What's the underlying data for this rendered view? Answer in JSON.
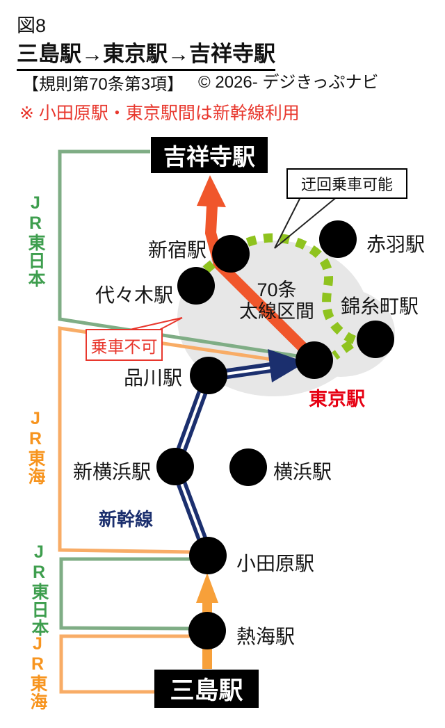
{
  "header": {
    "figure_label": "図8",
    "title": "三島駅→東京駅→吉祥寺駅",
    "rule_reference": "【規則第70条第3項】",
    "copyright": "© 2026- デジきっぷナビ",
    "note": "※ 小田原駅・東京駅間は新幹線利用"
  },
  "diagram": {
    "endpoints": {
      "kichijoji": "吉祥寺駅",
      "mishima": "三島駅"
    },
    "stations": {
      "shinjuku": "新宿駅",
      "yoyogi": "代々木駅",
      "akabane": "赤羽駅",
      "kinshicho": "錦糸町駅",
      "tokyo": "東京駅",
      "shinagawa": "品川駅",
      "shin_yokohama": "新横浜駅",
      "yokohama": "横浜駅",
      "odawara": "小田原駅",
      "atami": "熱海駅"
    },
    "zone_label": {
      "line1": "70条",
      "line2": "太線区間"
    },
    "callouts": {
      "detour_allowed": "迂回乗車可能",
      "boarding_not_allowed": "乗車不可"
    },
    "line_labels": {
      "shinkansen": "新幹線",
      "jr_east_upper": "JR東日本",
      "jr_central_upper": "JR東海",
      "jr_east_lower": "JR東日本",
      "jr_central_lower": "JR東海"
    },
    "colors": {
      "route_arrow_orange": "#F0562B",
      "local_arrow_orange": "#F7A03A",
      "jr_east_green_line": "#7FAD85",
      "jr_east_green_text": "#3E9E4E",
      "jr_central_orange_line": "#F8AC66",
      "jr_central_orange_text": "#F7941E",
      "shinkansen_navy": "#1B2F6E",
      "detour_dash_green": "#8FC31F",
      "zone_gray": "#E7E7E7",
      "tokyo_red": "#E60012",
      "note_red": "#E8372D"
    }
  }
}
